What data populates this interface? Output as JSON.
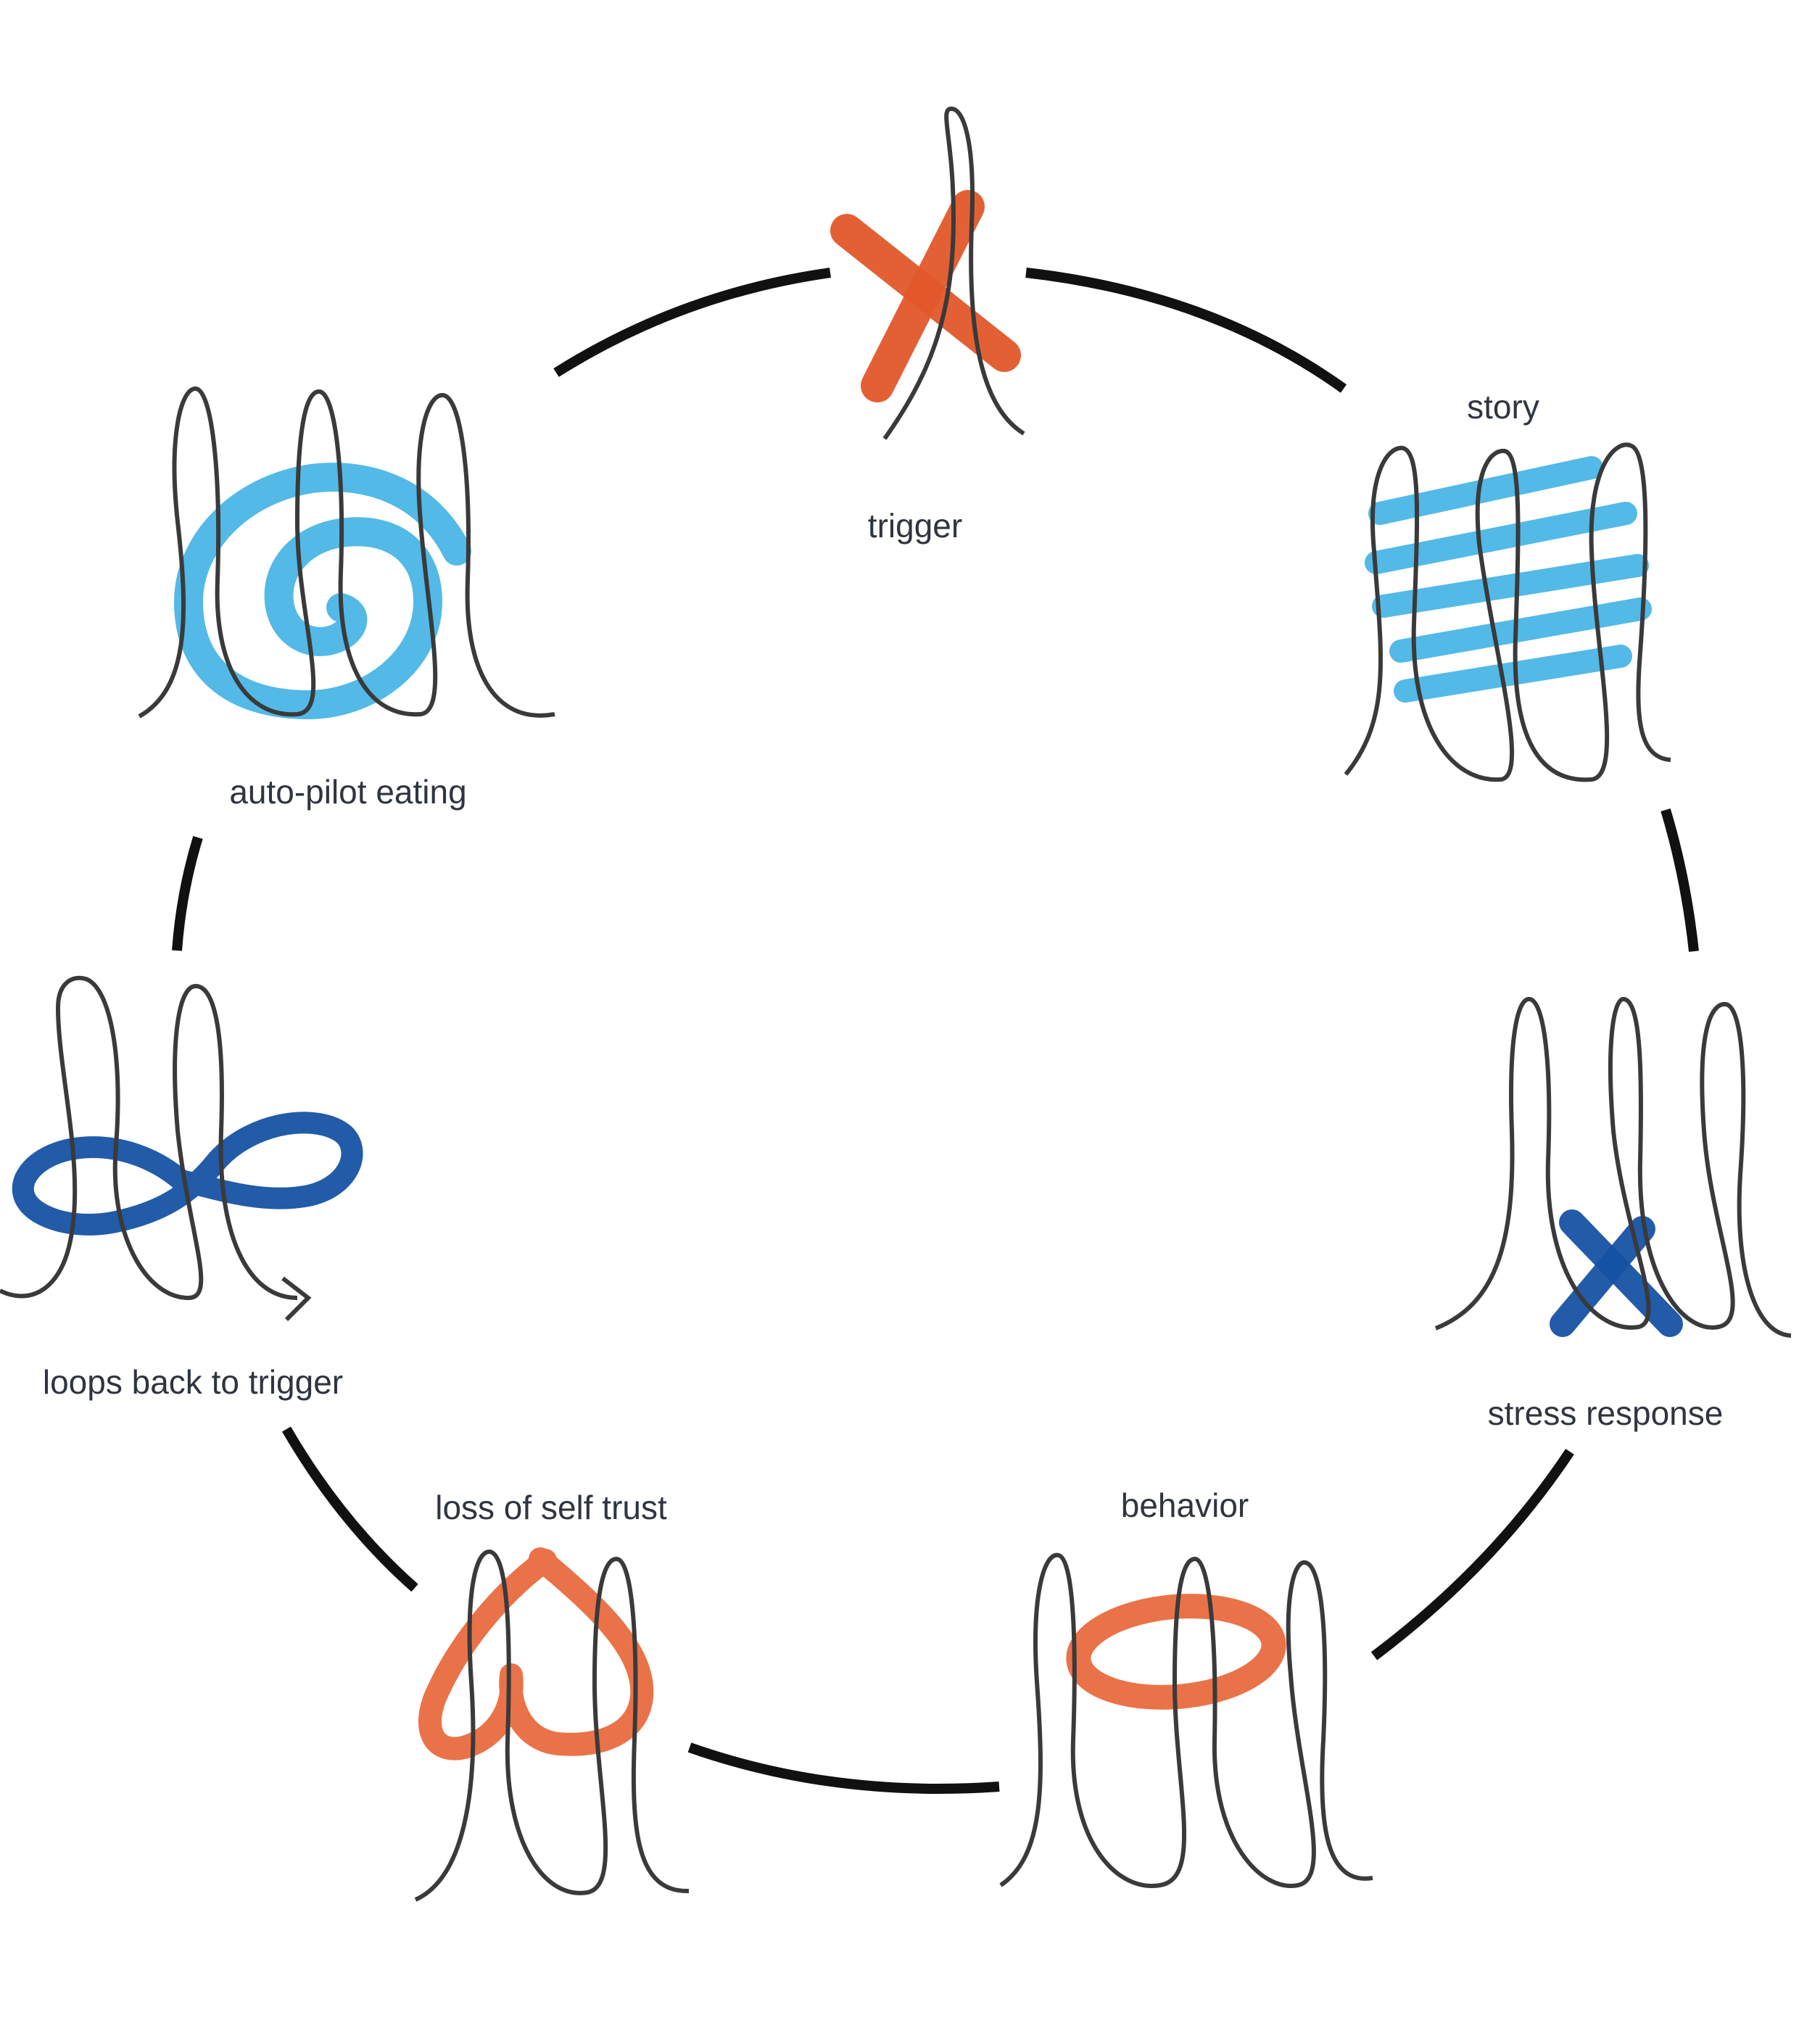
{
  "diagram": {
    "nodes": [
      {
        "id": "trigger",
        "label": "trigger",
        "scribble": "x",
        "color": "#e2572a"
      },
      {
        "id": "story",
        "label": "story",
        "scribble": "stripes",
        "color": "#4ab5e6"
      },
      {
        "id": "stress-response",
        "label": "stress response",
        "scribble": "x",
        "color": "#1652a3"
      },
      {
        "id": "behavior",
        "label": "behavior",
        "scribble": "ring",
        "color": "#e96a3e"
      },
      {
        "id": "loss-of-self-trust",
        "label": "loss of self trust",
        "scribble": "heart",
        "color": "#e96a3e"
      },
      {
        "id": "loops-back-to-trigger",
        "label": "loops back to trigger",
        "scribble": "infinity",
        "color": "#1652a3"
      },
      {
        "id": "auto-pilot-eating",
        "label": "auto-pilot eating",
        "scribble": "spiral",
        "color": "#4ab5e6"
      }
    ],
    "cycle_color": "#111111",
    "loop_line_color": "#3a3a3a"
  }
}
